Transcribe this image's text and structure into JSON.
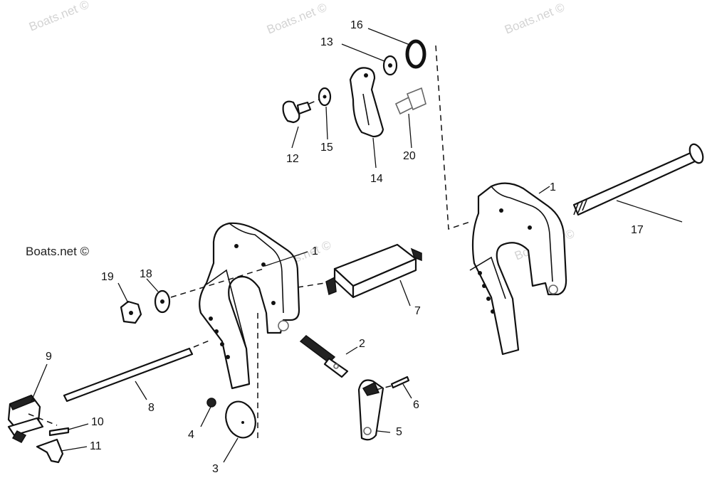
{
  "watermark": "Boats.net ©",
  "copyright": "Boats.net ©",
  "callouts": {
    "c1a": "1",
    "c1b": "1",
    "c2": "2",
    "c3": "3",
    "c4": "4",
    "c5": "5",
    "c6": "6",
    "c7": "7",
    "c8": "8",
    "c9": "9",
    "c10": "10",
    "c11": "11",
    "c12": "12",
    "c13": "13",
    "c14": "14",
    "c15": "15",
    "c16": "16",
    "c17": "17",
    "c18": "18",
    "c19": "19",
    "c20": "20"
  }
}
